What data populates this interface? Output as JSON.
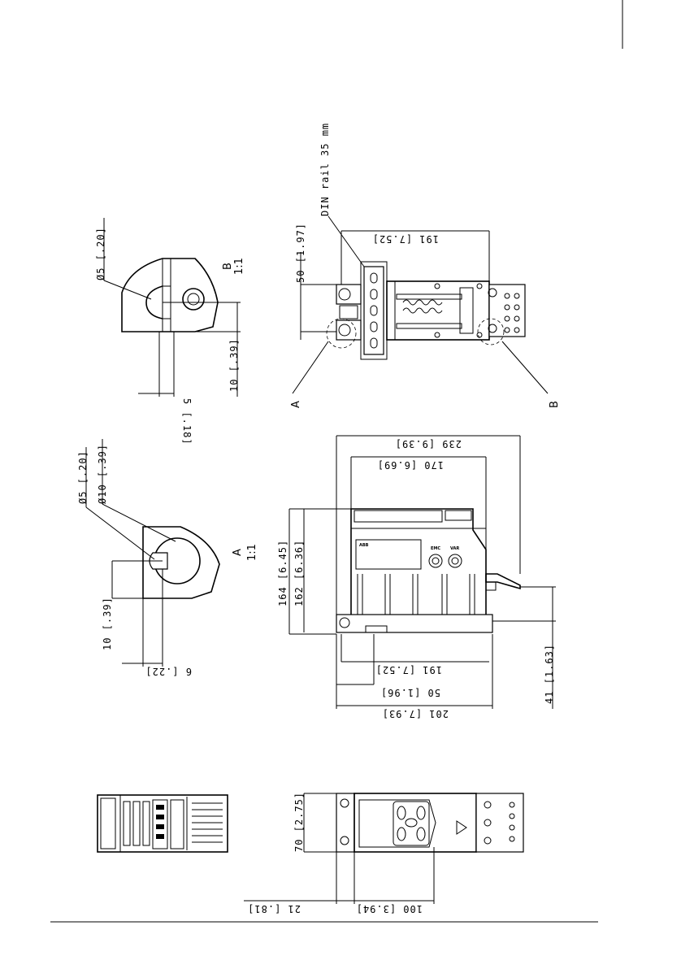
{
  "detail_b": {
    "label": "B",
    "scale": "1:1",
    "hole_dim": "Ø5 [.20]",
    "width_dim": "5 [.18]",
    "height_dim": "10 [.39]"
  },
  "top_view": {
    "rail_label": "DIN rail 35 mm",
    "width_dim": "50 [1.97]",
    "length_dim": "191 [7.52]",
    "callout_a": "A",
    "callout_b": "B"
  },
  "detail_a": {
    "label": "A",
    "scale": "1:1",
    "hole_dim": "Ø5 [.20]",
    "dia_dim": "Ø10 [.39]",
    "height_dim": "10 [.39]",
    "width_dim": "6 [.22]"
  },
  "side_view": {
    "overall_dim": "239 [9.39]",
    "body_dim": "170 [6.69]",
    "height_outer_dim": "164 [6.45]",
    "height_inner_dim": "162 [6.36]",
    "clamp_dim": "41 [1.63]",
    "mount_dim": "191 [7.52]",
    "rail_dim": "50 [1.96]",
    "base_dim": "201 [7.93]",
    "brand": "ABB",
    "cap1": "EMC",
    "cap2": "VAR"
  },
  "front_view": {
    "width_dim": "70 [2.75]",
    "depth_dim": "100 [3.94]",
    "offset_dim": "21 [.81]"
  }
}
